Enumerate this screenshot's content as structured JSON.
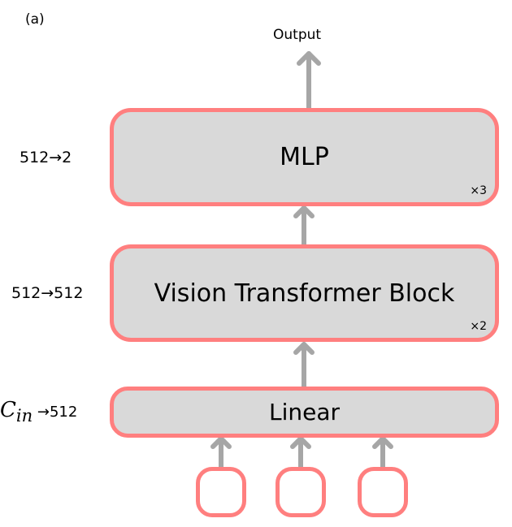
{
  "panel_label": "(a)",
  "output_label": "Output",
  "colors": {
    "block_fill": "#d9d9d9",
    "block_border": "#ff7f7f",
    "arrow": "#a6a6a6"
  },
  "blocks": [
    {
      "id": "mlp",
      "title": "MLP",
      "repeat": "×3",
      "dims": "512→2"
    },
    {
      "id": "vit",
      "title": "Vision Transformer Block",
      "repeat": "×2",
      "dims": "512→512"
    },
    {
      "id": "linear",
      "title": "Linear",
      "dims_from": "C",
      "dims_from_sub": "in",
      "dims_to": "→512"
    }
  ],
  "input_tokens": 3
}
